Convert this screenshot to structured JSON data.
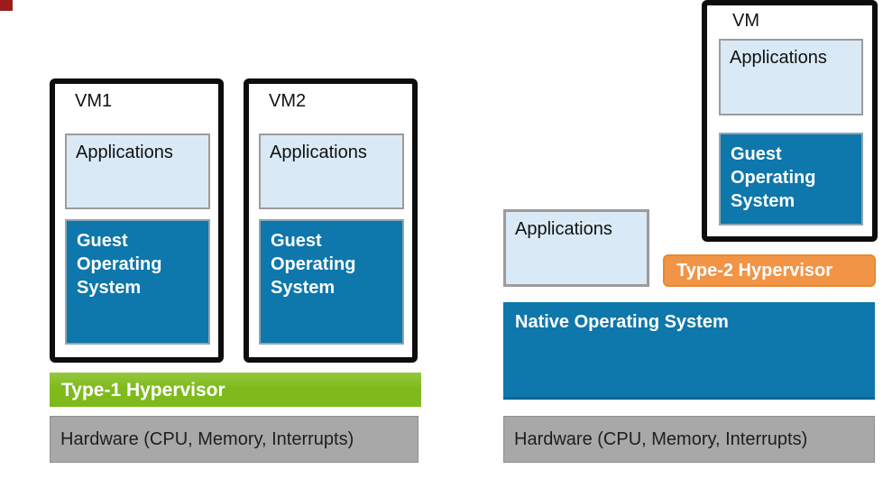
{
  "palette": {
    "vm_border": "#0d0d0d",
    "apps_fill": "#d9eaf6",
    "apps_border": "#9b9b9b",
    "os_blue": "#0e77ab",
    "os_blue_dark": "#0c6694",
    "os_border": "#8fa6b2",
    "green": "#7fba1d",
    "green_light": "#95c93d",
    "orange": "#f19445",
    "orange_border": "#e68a2e",
    "gray": "#a8a8a8",
    "gray_border": "#8f8f8f",
    "marker_red": "#9c1b1b",
    "text_dark": "#1a1a1a"
  },
  "type1": {
    "vms": [
      {
        "label": "VM1",
        "apps_label": "Applications",
        "guest_os_label": "Guest Operating System"
      },
      {
        "label": "VM2",
        "apps_label": "Applications",
        "guest_os_label": "Guest Operating System"
      }
    ],
    "hypervisor_label": "Type-1 Hypervisor",
    "hardware_label": "Hardware (CPU, Memory, Interrupts)"
  },
  "type2": {
    "host_apps_label": "Applications",
    "vm": {
      "label": "VM",
      "apps_label": "Applications",
      "guest_os_label": "Guest Operating System"
    },
    "hypervisor_label": "Type-2 Hypervisor",
    "os_label": "Native Operating System",
    "hardware_label": "Hardware (CPU, Memory, Interrupts)"
  }
}
